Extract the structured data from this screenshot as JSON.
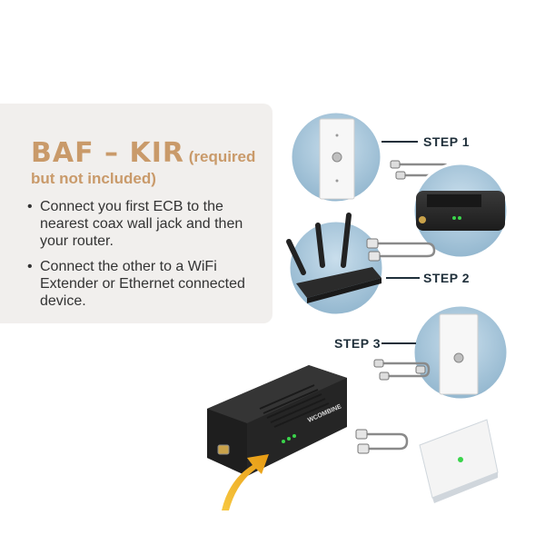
{
  "title": {
    "main": "BAF – KIR",
    "suffix_line1": " (required",
    "suffix_line2": "but not included)"
  },
  "bullets": [
    "Connect you first ECB to the nearest coax wall jack and then your router.",
    "Connect the other to a WiFi Extender or Ethernet connected device."
  ],
  "steps": {
    "step1": "STEP 1",
    "step2": "STEP 2",
    "step3": "STEP 3"
  },
  "device": {
    "brand_label": "WCOMBINE"
  },
  "colors": {
    "title": "#c99a6a",
    "circle": "#a9c8de",
    "device": "#2b2b2b",
    "led": "#3ad44b",
    "arrow": "#f2b31e"
  },
  "icons": [
    "wall-jack-icon",
    "coax-cable-icon",
    "ethernet-cable-icon",
    "router-icon",
    "ecb-adapter-icon",
    "wifi-extender-icon",
    "arrow-icon"
  ]
}
